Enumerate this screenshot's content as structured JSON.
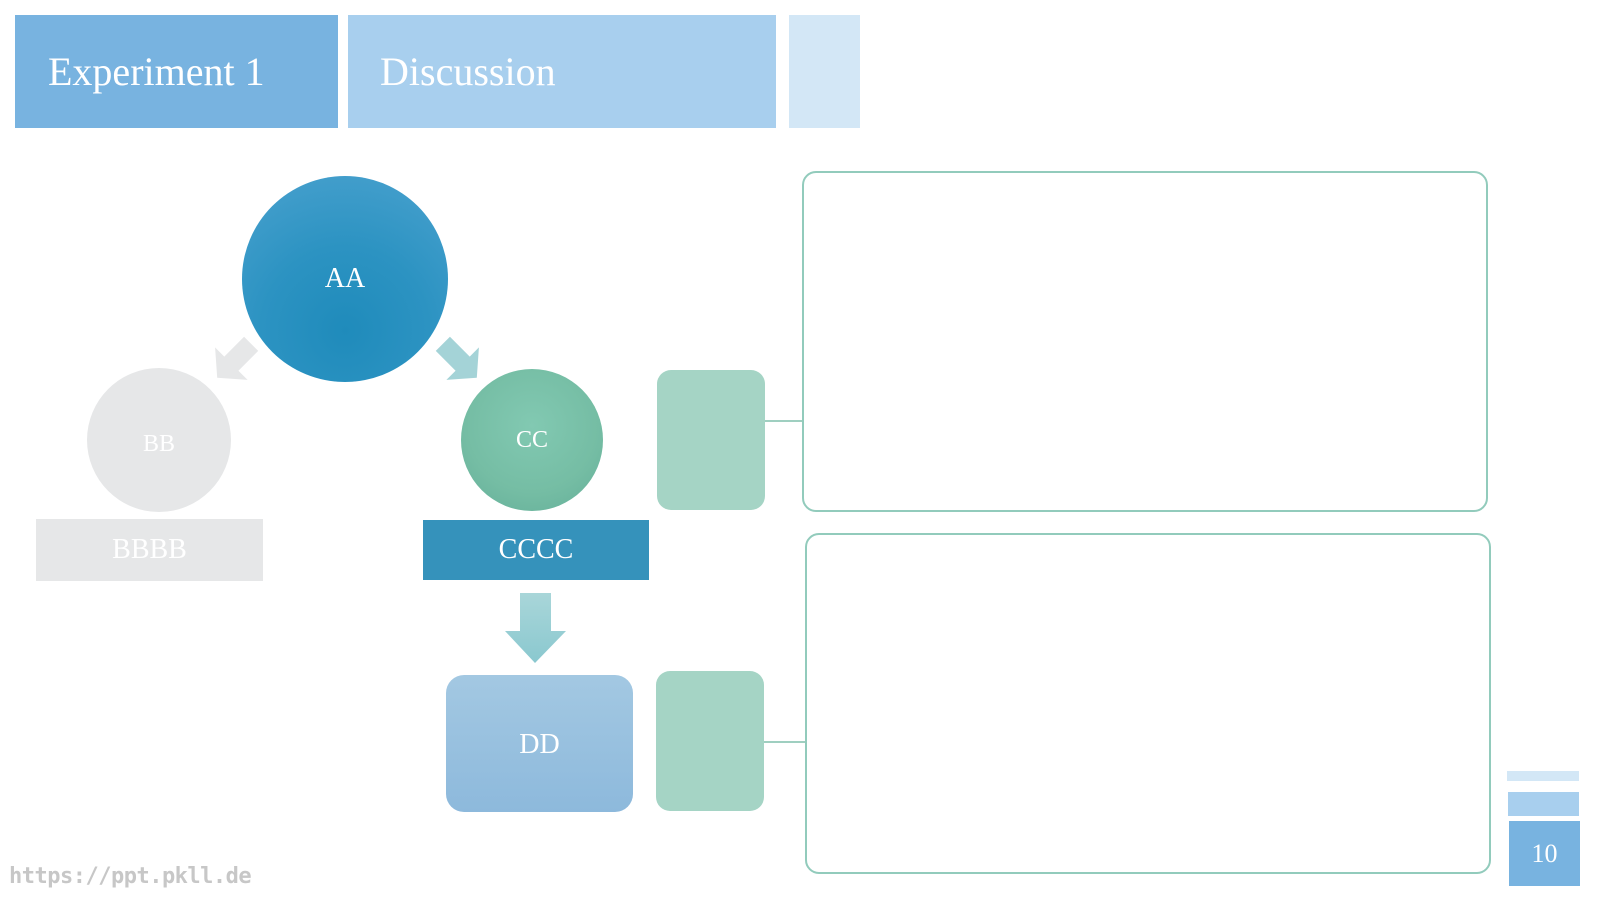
{
  "header": {
    "tabs": [
      {
        "label": "Experiment 1",
        "active": true
      },
      {
        "label": "Discussion",
        "active": false
      },
      {
        "label": "",
        "active": false
      }
    ]
  },
  "diagram": {
    "root": {
      "label": "AA",
      "color": "#2c93c2"
    },
    "left_branch": {
      "label": "BB",
      "caption": "BBBB",
      "color": "#e6e7e8"
    },
    "right_branch": {
      "label": "CC",
      "caption": "CCCC",
      "color": "#75bda4",
      "caption_color": "#3592bb"
    },
    "result": {
      "label": "DD",
      "color": "#8db9dc"
    }
  },
  "content_boxes": [
    {
      "text": ""
    },
    {
      "text": ""
    }
  ],
  "footer": {
    "page_number": "10",
    "watermark": "https://ppt.pkll.de"
  },
  "colors": {
    "accent_blue": "#78b3e0",
    "light_blue": "#a8cfee",
    "pale_blue": "#d3e7f6",
    "teal": "#a5d4c5",
    "teal_border": "#92cbbc"
  }
}
